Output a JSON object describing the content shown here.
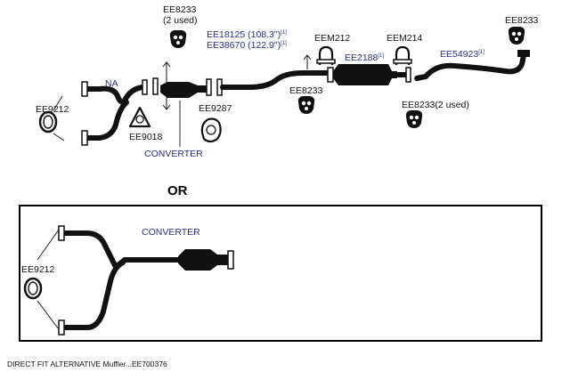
{
  "labels": {
    "ee8233_top_part": "EE8233",
    "ee8233_top_note": "(2 used)",
    "ee18125": "EE18125 (108.3\")",
    "ee38670": "EE38670 (122.9\")",
    "eem212": "EEM212",
    "eem214": "EEM214",
    "ee2188": "EE2188",
    "ee54923": "EE54923",
    "ee8233_far_right": "EE8233",
    "na": "NA",
    "ee9212_top": "EE9212",
    "ee9018": "EE9018",
    "converter_top": "CONVERTER",
    "ee9287": "EE9287",
    "ee8233_mid": "EE8233",
    "ee8233_right_2used": "EE8233(2 used)",
    "footnote_mark": "[1]",
    "or": "OR",
    "converter_alt": "CONVERTER",
    "ee9212_alt": "EE9212",
    "footer": "DIRECT FIT ALTERNATIVE Muffler...EE700376"
  },
  "icons": {
    "hanger": "rubber-hanger-icon",
    "gasket_ring": "ring-gasket-icon",
    "gasket_triangle": "triangle-flange-gasket-icon",
    "gasket_oval": "oval-flange-gasket-icon",
    "clamp": "u-bolt-clamp-icon",
    "arrow": "up-down-arrow-icon"
  },
  "colors": {
    "part_blue": "#2a2f84",
    "pipe": "#1a1a1a"
  }
}
